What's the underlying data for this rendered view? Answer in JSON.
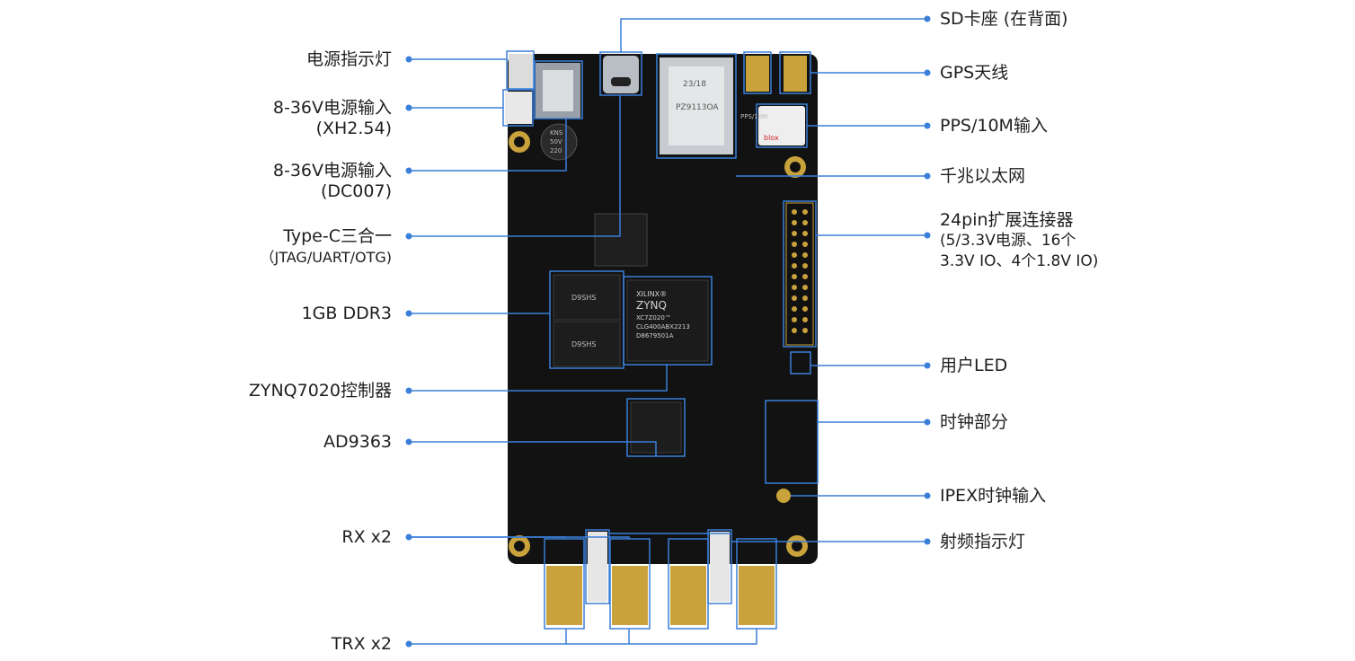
{
  "left_labels": [
    {
      "id": "power-led",
      "lines": [
        "电源指示灯"
      ]
    },
    {
      "id": "power-xh",
      "lines": [
        "8-36V电源输入",
        "(XH2.54)"
      ]
    },
    {
      "id": "power-dc",
      "lines": [
        "8-36V电源输入",
        "(DC007)"
      ]
    },
    {
      "id": "typec",
      "lines": [
        "Type-C三合一",
        "（JTAG/UART/OTG)"
      ]
    },
    {
      "id": "ddr3",
      "lines": [
        "1GB DDR3"
      ]
    },
    {
      "id": "zynq",
      "lines": [
        "ZYNQ7020控制器"
      ]
    },
    {
      "id": "ad9363",
      "lines": [
        "AD9363"
      ]
    },
    {
      "id": "rx",
      "lines": [
        "RX x2"
      ]
    },
    {
      "id": "trx",
      "lines": [
        "TRX x2"
      ]
    }
  ],
  "right_labels": [
    {
      "id": "sd",
      "lines": [
        "SD卡座 (在背面)"
      ]
    },
    {
      "id": "gps",
      "lines": [
        "GPS天线"
      ]
    },
    {
      "id": "pps",
      "lines": [
        "PPS/10M输入"
      ]
    },
    {
      "id": "eth",
      "lines": [
        "千兆以太网"
      ]
    },
    {
      "id": "header",
      "lines": [
        "24pin扩展连接器",
        "(5/3.3V电源、16个",
        "3.3V IO、4个1.8V IO)"
      ]
    },
    {
      "id": "userled",
      "lines": [
        "用户LED"
      ]
    },
    {
      "id": "clock",
      "lines": [
        "时钟部分"
      ]
    },
    {
      "id": "ipex",
      "lines": [
        "IPEX时钟输入"
      ]
    },
    {
      "id": "rfled",
      "lines": [
        "射频指示灯"
      ]
    }
  ],
  "board_marks": {
    "zynq_chip": [
      "XILINX®",
      "ZYNQ",
      "XC7Z020™",
      "CLG400ABX2213",
      "D8679501A"
    ],
    "eth_jack": [
      "23/18",
      "PZ9113OA"
    ],
    "gps_module": [
      "blox"
    ],
    "pps_text": "PPS/10M",
    "ddr_chip": "D9SHS",
    "cap_text": [
      "KNS",
      "50V",
      "220"
    ]
  },
  "colors": {
    "line": "#3b7fd9",
    "board": "#121212",
    "gold": "#c9a23c"
  }
}
